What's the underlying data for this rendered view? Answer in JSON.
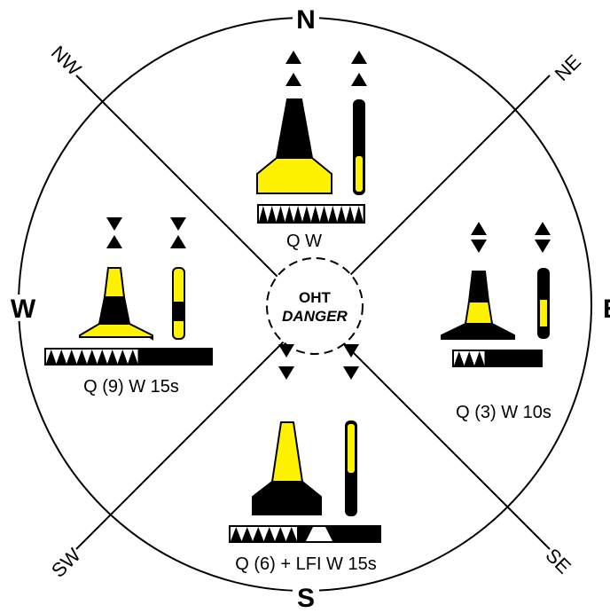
{
  "compass": {
    "n": "N",
    "s": "S",
    "e": "E",
    "w": "W",
    "ne": "NE",
    "nw": "NW",
    "se": "SE",
    "sw": "SW"
  },
  "center": {
    "line1": "OHT",
    "line2": "DANGER"
  },
  "marks": {
    "north": {
      "light": "Q W",
      "flashes": 12,
      "topmark": "two cones points up",
      "bands": "black over yellow"
    },
    "east": {
      "light": "Q (3) W 10s",
      "flashes": 3,
      "topmark": "two cones base to base",
      "bands": "black yellow black"
    },
    "south": {
      "light": "Q (6) + LFI W 15s",
      "flashes": 6,
      "topmark": "two cones points down",
      "bands": "yellow over black"
    },
    "west": {
      "light": "Q (9) W 15s",
      "flashes": 9,
      "topmark": "two cones point to point",
      "bands": "yellow black yellow"
    }
  },
  "colors": {
    "yellow": "#fff200",
    "black": "#000000"
  }
}
